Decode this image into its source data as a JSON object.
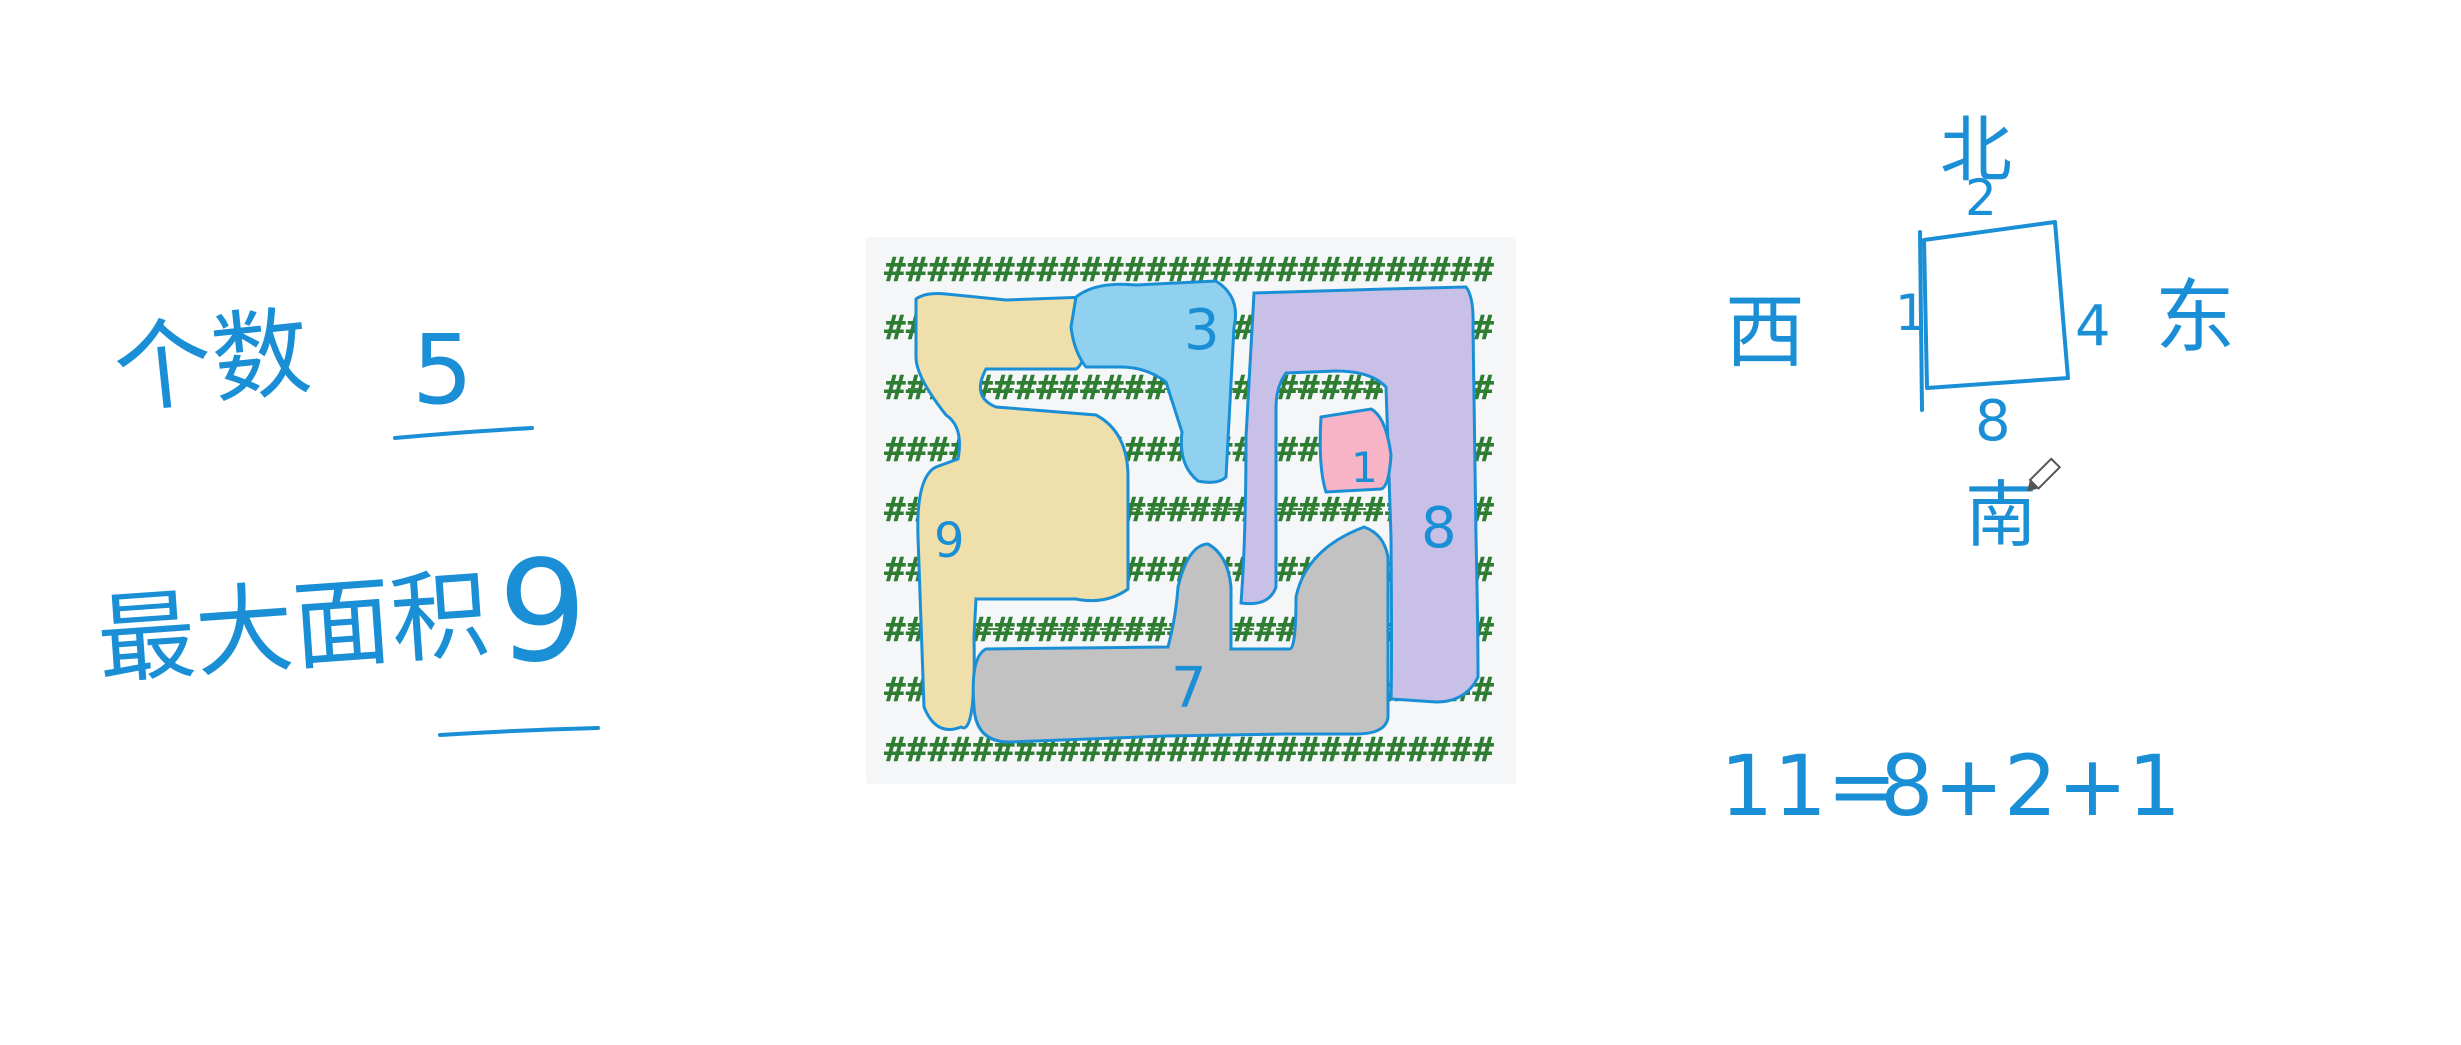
{
  "left_notes": {
    "count_label": "个数",
    "count_value": "5",
    "max_area_label": "最大面积",
    "max_area_value": "9"
  },
  "compass": {
    "north": "北",
    "south": "南",
    "west": "西",
    "east": "东",
    "top_value": "2",
    "left_value": "1",
    "right_value": "4",
    "bottom_value": "8"
  },
  "formula": {
    "lhs": "11=",
    "rhs": "8+2+1"
  },
  "regions": [
    {
      "id": "region-tan",
      "label": "9",
      "color": "#efdfaa"
    },
    {
      "id": "region-lightblue",
      "label": "3",
      "color": "#8fd1ee"
    },
    {
      "id": "region-lavender",
      "label": "8",
      "color": "#c8c0e6"
    },
    {
      "id": "region-pink",
      "label": "1",
      "color": "#f7b4c6"
    },
    {
      "id": "region-gray",
      "label": "7",
      "color": "#c2c2c2"
    }
  ]
}
